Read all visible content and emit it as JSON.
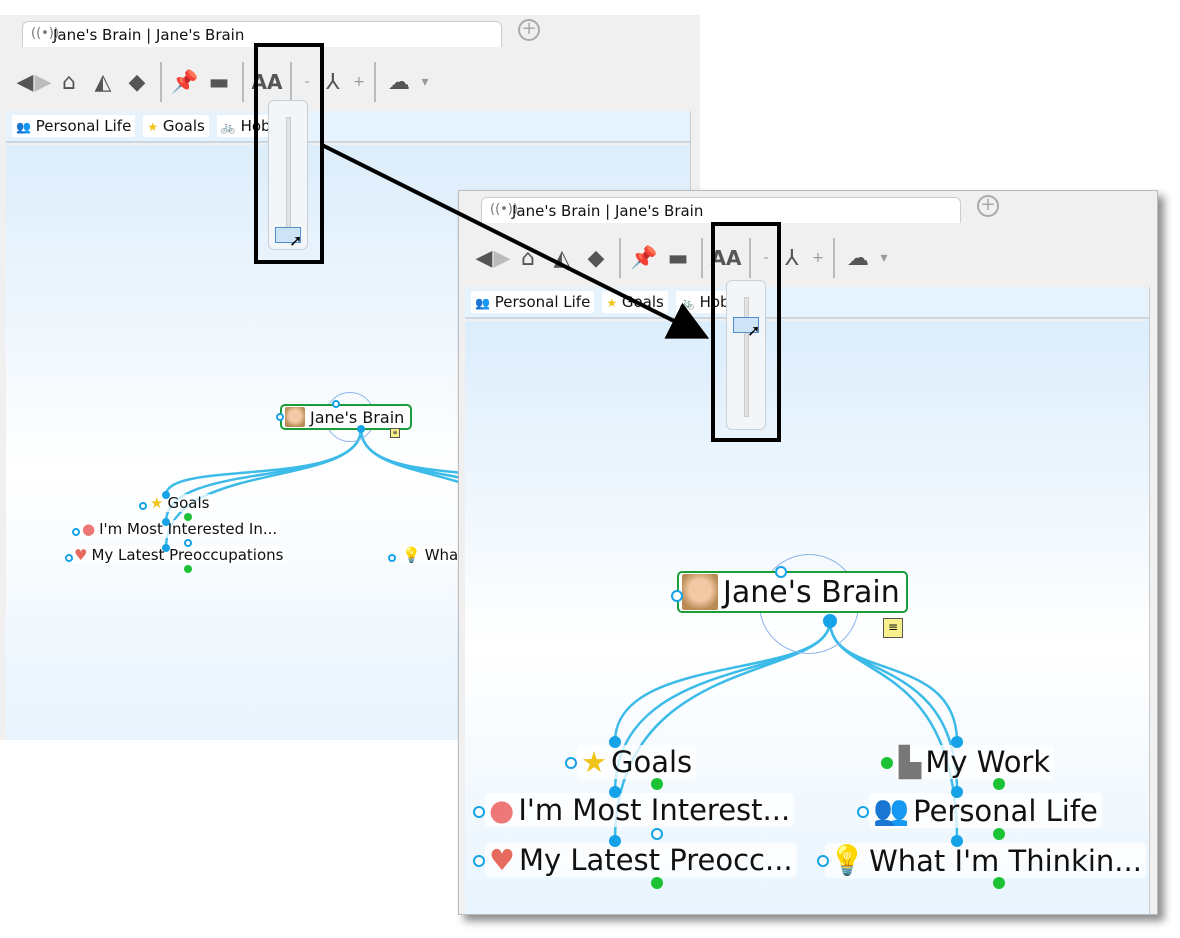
{
  "window": {
    "tab_title": "Jane's Brain | Jane's Brain",
    "tab_icon": "broadcast-icon",
    "new_tab_icon": "plus-circle-icon"
  },
  "toolbar": {
    "icons": [
      "back-icon",
      "forward-icon",
      "home-icon",
      "shapes-icon",
      "tag-icon",
      "pin-icon",
      "folder-icon",
      "font-size-icon",
      "minus-icon",
      "network-icon",
      "plus-icon",
      "cloud-icon",
      "dropdown-icon"
    ],
    "font_label": "AA"
  },
  "bookmarks": [
    {
      "label": "Personal Life",
      "icon": "people-icon"
    },
    {
      "label": "Goals",
      "icon": "star-icon"
    },
    {
      "label": "Hobbies",
      "icon": "bicycle-icon"
    }
  ],
  "left_view": {
    "central": "Jane's Brain",
    "children": [
      "Goals",
      "I'm Most Interested In...",
      "My Latest Preoccupations",
      "What"
    ],
    "slider_level": 0
  },
  "right_view": {
    "central": "Jane's Brain",
    "children_left": [
      "Goals",
      "I'm Most Interest...",
      "My Latest Preocc..."
    ],
    "children_right": [
      "My Work",
      "Personal Life",
      "What I'm Thinkin..."
    ],
    "slider_level": 0.8
  },
  "colors": {
    "link": "#3dbbe8",
    "central_border": "#1a9e3a",
    "highlight": "#000000"
  }
}
